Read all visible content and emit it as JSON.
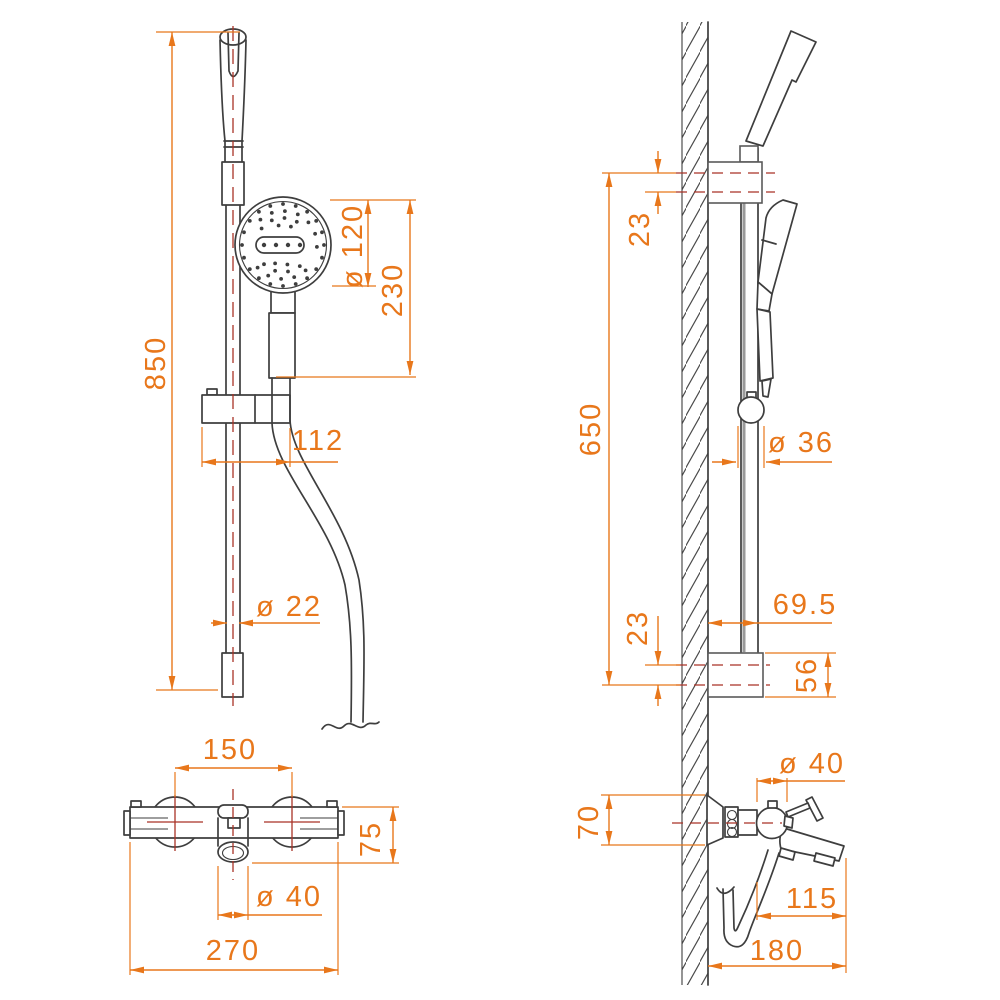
{
  "title": "Shower set technical dimension drawing",
  "colors": {
    "dimension_accent": "#E8771B",
    "centerline_red": "#A93226",
    "outline": "#3E3E3E"
  },
  "views": {
    "front": {
      "rail": {
        "overall_height": "850",
        "head_diameter": "ø 120",
        "handset_length": "230",
        "holder_width": "112",
        "tube_diameter": "ø 22"
      },
      "mixer": {
        "valve_centers": "150",
        "body_height": "75",
        "spout_diameter": "ø 40",
        "overall_width": "270"
      }
    },
    "side": {
      "rail": {
        "top_fixing_offset": "23",
        "fixing_centers": "650",
        "slider_diameter": "ø 36",
        "wall_clearance": "69.5",
        "bottom_fixing_offset": "23",
        "bottom_bracket_height": "56"
      },
      "mixer": {
        "escutcheon_height": "70",
        "body_diameter": "ø 40",
        "spout_reach": "115",
        "overall_depth": "180"
      }
    }
  }
}
